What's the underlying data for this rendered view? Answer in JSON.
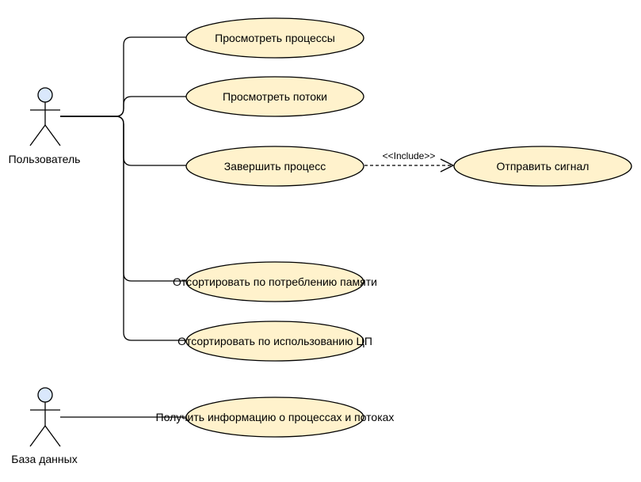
{
  "colors": {
    "usecase_fill": "#fff2cc",
    "usecase_stroke": "#000000",
    "actor_head_fill": "#dae8fc",
    "line": "#000000"
  },
  "actors": [
    {
      "id": "user",
      "label": "Пользователь",
      "icon": "stick-figure-icon"
    },
    {
      "id": "db",
      "label": "База данных",
      "icon": "stick-figure-icon"
    }
  ],
  "use_cases": [
    {
      "id": "view-processes",
      "label": "Просмотреть процессы"
    },
    {
      "id": "view-threads",
      "label": "Просмотреть потоки"
    },
    {
      "id": "kill-process",
      "label": "Завершить процесс"
    },
    {
      "id": "send-signal",
      "label": "Отправить сигнал"
    },
    {
      "id": "sort-memory",
      "label": "Отсортировать по потреблению памяти"
    },
    {
      "id": "sort-cpu",
      "label": "Отсортировать по использованию ЦП"
    },
    {
      "id": "get-info",
      "label": "Получить информацию о процессах и потоках"
    }
  ],
  "relations": [
    {
      "from": "user",
      "to": "view-processes",
      "kind": "association"
    },
    {
      "from": "user",
      "to": "view-threads",
      "kind": "association"
    },
    {
      "from": "user",
      "to": "kill-process",
      "kind": "association"
    },
    {
      "from": "user",
      "to": "sort-memory",
      "kind": "association"
    },
    {
      "from": "user",
      "to": "sort-cpu",
      "kind": "association"
    },
    {
      "from": "db",
      "to": "get-info",
      "kind": "association"
    },
    {
      "from": "kill-process",
      "to": "send-signal",
      "kind": "include",
      "label": "<<Include>>"
    }
  ]
}
